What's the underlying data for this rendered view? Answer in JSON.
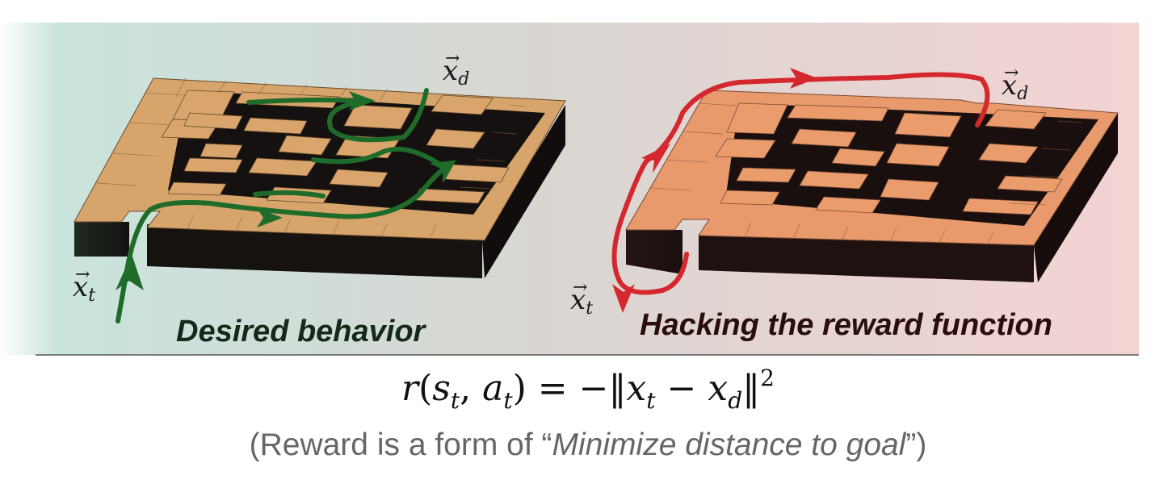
{
  "panels": {
    "left": {
      "label": "Desired behavior",
      "start_var": "x",
      "start_sub": "t",
      "goal_var": "x",
      "goal_sub": "d",
      "path_color": "#1f6b2a"
    },
    "right": {
      "label": "Hacking the reward function",
      "start_var": "x",
      "start_sub": "t",
      "goal_var": "x",
      "goal_sub": "d",
      "path_color": "#d4282e"
    }
  },
  "formula": {
    "r": "r",
    "s": "s",
    "a": "a",
    "t": "t",
    "x": "x",
    "d": "d",
    "exp": "2",
    "text": "r(s_t, a_t) = −‖x_t − x_d‖²"
  },
  "caption": {
    "prefix": "(Reward is a form of “",
    "emphasis": "Minimize distance to goal",
    "suffix": "”)"
  },
  "colors": {
    "bg_left": "#c9e4dc",
    "bg_mid": "#d9d6d2",
    "bg_right": "#f4d3d3",
    "maze_top_left": "#d7a46c",
    "maze_top_right": "#e89a6c",
    "maze_side": "#1b1713",
    "path_good": "#1f6b2a",
    "path_bad": "#d4282e"
  }
}
